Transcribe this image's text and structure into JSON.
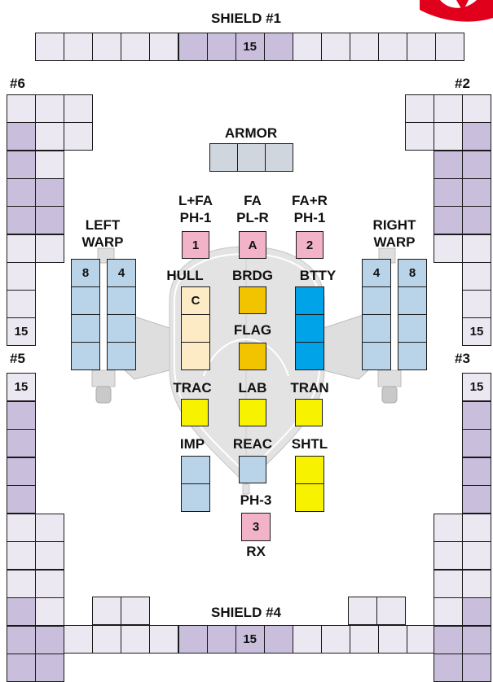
{
  "sheet": {
    "shields": {
      "shield1": {
        "label": "SHIELD #1",
        "value": "15"
      },
      "shield2": {
        "label": "#2",
        "value": "15"
      },
      "shield3": {
        "label": "#3",
        "value": "15"
      },
      "shield4": {
        "label": "SHIELD #4",
        "value": "15"
      },
      "shield5": {
        "label": "#5",
        "value": "15"
      },
      "shield6": {
        "label": "#6",
        "value": "15"
      }
    },
    "armor": {
      "label": "ARMOR"
    },
    "weapons": {
      "left": {
        "line1": "L+FA",
        "line2": "PH-1",
        "value": "1"
      },
      "center": {
        "line1": "FA",
        "line2": "PL-R",
        "value": "A"
      },
      "right": {
        "line1": "FA+R",
        "line2": "PH-1",
        "value": "2"
      },
      "aft": {
        "line1": "PH-3",
        "line2": "RX",
        "value": "3"
      }
    },
    "warp": {
      "left": {
        "line1": "LEFT",
        "line2": "WARP",
        "col1_value": "8",
        "col2_value": "4"
      },
      "right": {
        "line1": "RIGHT",
        "line2": "WARP",
        "col1_value": "4",
        "col2_value": "8"
      }
    },
    "systems": {
      "hull": {
        "label": "HULL",
        "value": "C"
      },
      "brdg": {
        "label": "BRDG"
      },
      "flag": {
        "label": "FLAG"
      },
      "btty": {
        "label": "BTTY"
      },
      "trac": {
        "label": "TRAC"
      },
      "lab": {
        "label": "LAB"
      },
      "tran": {
        "label": "TRAN"
      },
      "imp": {
        "label": "IMP"
      },
      "reac": {
        "label": "REAC"
      },
      "shtl": {
        "label": "SHTL"
      }
    },
    "colors": {
      "shield_light": "#ece8f2",
      "shield_dark": "#c9bedb",
      "armor": "#d0d6dd",
      "weapon": "#f2b3c8",
      "warp": "#b9d3e8",
      "hull": "#fdebc6",
      "bridge": "#f2c400",
      "battery": "#00a3e8",
      "yellow": "#f7f200",
      "impulse": "#b9d3e8",
      "silhouette": "#e3e3e3",
      "logo": "#e0001b"
    }
  }
}
